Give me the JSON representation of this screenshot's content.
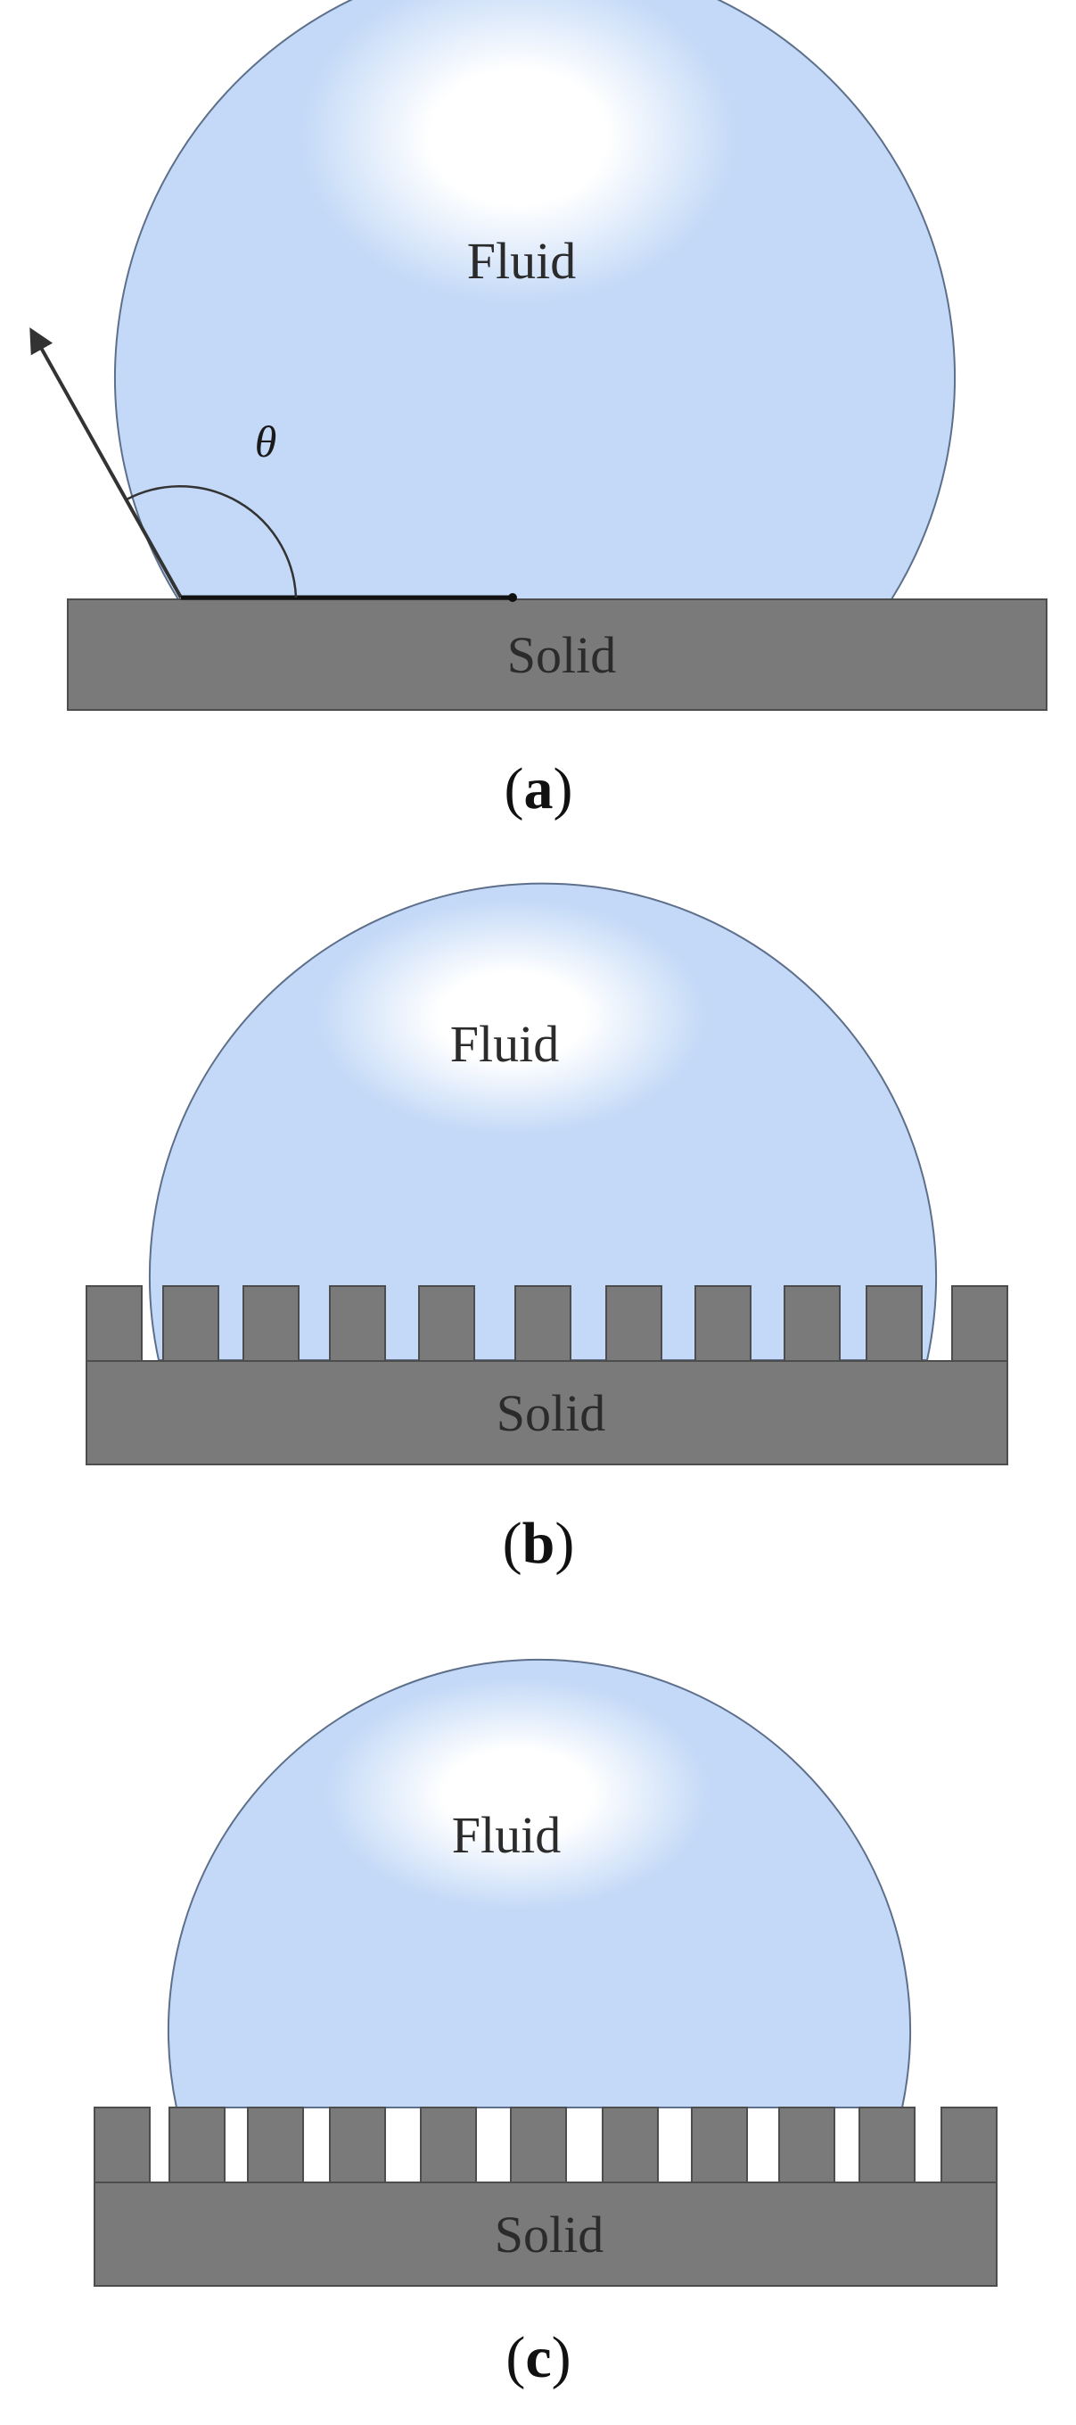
{
  "panels": [
    {
      "id": "a",
      "fluid_label": "Fluid",
      "solid_label": "Solid",
      "angle_label": "θ",
      "caption_letter": "a"
    },
    {
      "id": "b",
      "fluid_label": "Fluid",
      "solid_label": "Solid",
      "caption_letter": "b"
    },
    {
      "id": "c",
      "fluid_label": "Fluid",
      "solid_label": "Solid",
      "caption_letter": "c"
    }
  ],
  "colors": {
    "fluid": "#c3d9f7",
    "fluid_highlight": "#ffffff",
    "fluid_edge": "#5d6f8a",
    "solid": "#7a7a7a",
    "solid_edge": "#4d4d4d",
    "vector": "#333333"
  }
}
